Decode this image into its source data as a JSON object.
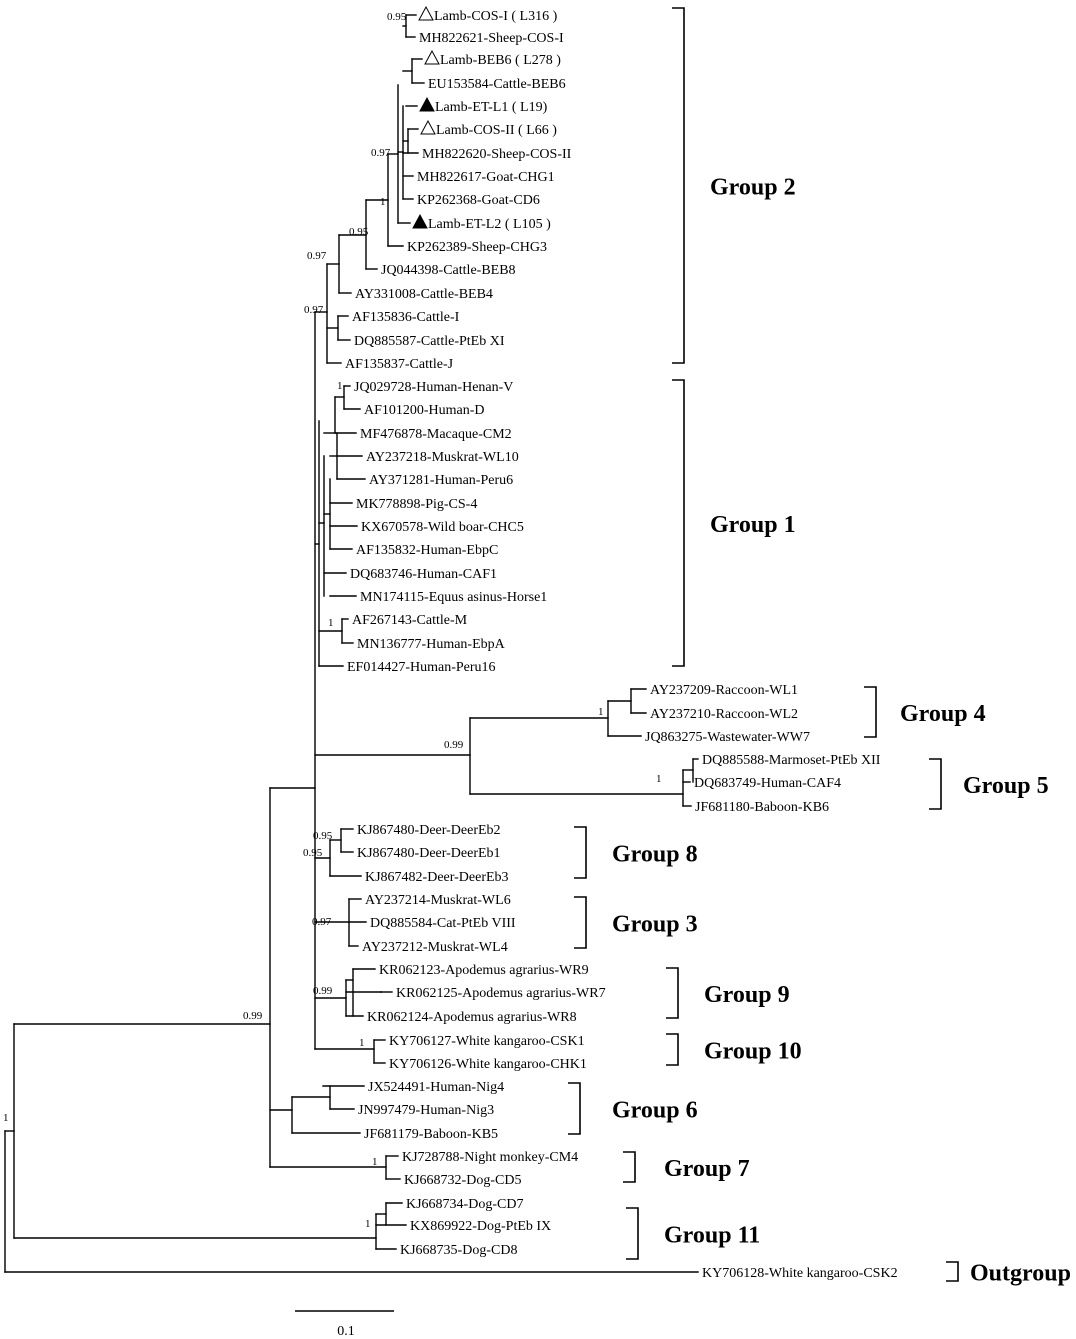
{
  "tree": {
    "taxa": [
      "Lamb-COS-I ( L316 )",
      "MH822621-Sheep-COS-I",
      "Lamb-BEB6 ( L278 )",
      "EU153584-Cattle-BEB6",
      "Lamb-ET-L1 ( L19)",
      "Lamb-COS-II ( L66 )",
      "MH822620-Sheep-COS-II",
      "MH822617-Goat-CHG1",
      "KP262368-Goat-CD6",
      "Lamb-ET-L2 ( L105 )",
      "KP262389-Sheep-CHG3",
      "JQ044398-Cattle-BEB8",
      "AY331008-Cattle-BEB4",
      "AF135836-Cattle-I",
      "DQ885587-Cattle-PtEb XI",
      "AF135837-Cattle-J",
      "JQ029728-Human-Henan-V",
      "AF101200-Human-D",
      "MF476878-Macaque-CM2",
      "AY237218-Muskrat-WL10",
      "AY371281-Human-Peru6",
      "MK778898-Pig-CS-4",
      "KX670578-Wild boar-CHC5",
      "AF135832-Human-EbpC",
      "DQ683746-Human-CAF1",
      "MN174115-Equus asinus-Horse1",
      "AF267143-Cattle-M",
      "MN136777-Human-EbpA",
      "EF014427-Human-Peru16",
      "AY237209-Raccoon-WL1",
      "AY237210-Raccoon-WL2",
      "JQ863275-Wastewater-WW7",
      "DQ885588-Marmoset-PtEb XII",
      "DQ683749-Human-CAF4",
      "JF681180-Baboon-KB6",
      "KJ867480-Deer-DeerEb2",
      "KJ867480-Deer-DeerEb1",
      "KJ867482-Deer-DeerEb3",
      "AY237214-Muskrat-WL6",
      "DQ885584-Cat-PtEb VIII",
      "AY237212-Muskrat-WL4",
      "KR062123-Apodemus agrarius-WR9",
      "KR062125-Apodemus agrarius-WR7",
      "KR062124-Apodemus agrarius-WR8",
      "KY706127-White kangaroo-CSK1",
      "KY706126-White kangaroo-CHK1",
      "JX524491-Human-Nig4",
      "JN997479-Human-Nig3",
      "JF681179-Baboon-KB5",
      "KJ728788-Night monkey-CM4",
      "KJ668732-Dog-CD5",
      "KJ668734-Dog-CD7",
      "KX869922-Dog-PtEb IX",
      "KJ668735-Dog-CD8",
      "KY706128-White kangaroo-CSK2"
    ],
    "supports": [
      "0.95",
      "0.97",
      "1",
      "0.95",
      "0.97",
      "1",
      "1",
      "1",
      "0.99",
      "1",
      "0.95",
      "0.95",
      "0.97",
      "0.99",
      "1",
      "0.99",
      "1",
      "1",
      "1"
    ],
    "groups": [
      "Group 2",
      "Group 1",
      "Group 4",
      "Group 5",
      "Group 8",
      "Group 3",
      "Group 9",
      "Group 10",
      "Group 6",
      "Group 7",
      "Group 11",
      "Outgroup"
    ],
    "scale_label": "0.1",
    "markers": {
      "open": "open-triangle",
      "filled": "filled-triangle"
    }
  }
}
